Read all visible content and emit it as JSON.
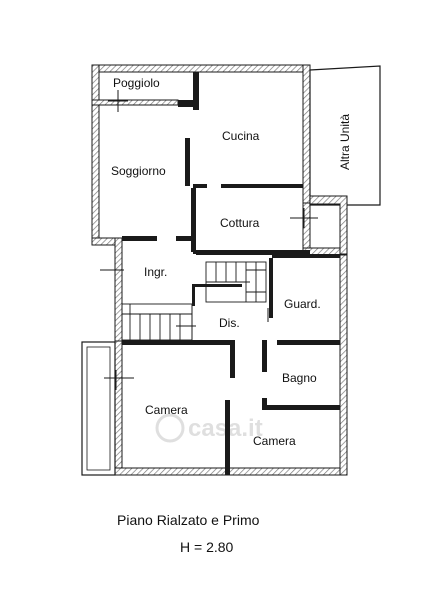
{
  "plan": {
    "rooms": {
      "poggiolo": "Poggiolo",
      "cucina": "Cucina",
      "soggiorno": "Soggiorno",
      "altra_unita": "Altra Unità",
      "cottura": "Cottura",
      "ingresso": "Ingr.",
      "guardaroba": "Guard.",
      "disimpegno": "Dis.",
      "bagno": "Bagno",
      "camera_1": "Camera",
      "camera_2": "Camera"
    },
    "watermark": "casa.it"
  },
  "caption": {
    "title": "Piano Rialzato e Primo",
    "height": "H = 2.80"
  },
  "colors": {
    "wall": "#1a1a1a",
    "wall_hatch": "#8a8a8a",
    "background": "#ffffff"
  }
}
